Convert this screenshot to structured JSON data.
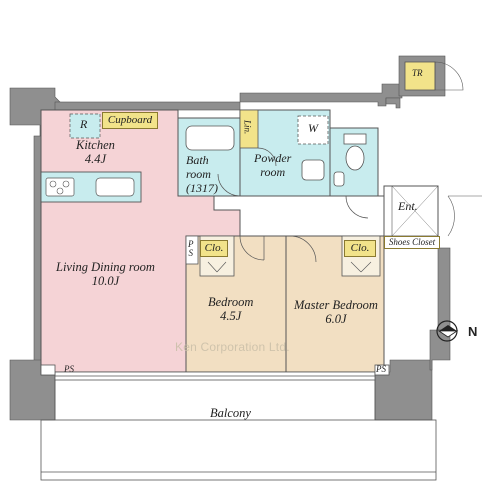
{
  "rooms": {
    "kitchen": {
      "name": "Kitchen",
      "size": "4.4J"
    },
    "living": {
      "name": "Living Dining room",
      "size": "10.0J"
    },
    "bedroom": {
      "name": "Bedroom",
      "size": "4.5J"
    },
    "master": {
      "name": "Master Bedroom",
      "size": "6.0J"
    },
    "bath": {
      "line1": "Bath",
      "line2": "room",
      "line3": "(1317)"
    },
    "powder": {
      "line1": "Powder",
      "line2": "room"
    },
    "entrance": {
      "name": "Ent."
    },
    "balcony": {
      "name": "Balcony"
    }
  },
  "tags": {
    "cupboard": "Cupboard",
    "clo1": "Clo.",
    "clo2": "Clo.",
    "shoes": "Shoes Closet",
    "lin": "Lin.",
    "tr": "TR",
    "r": "R",
    "w": "W"
  },
  "ps": {
    "ps_top": "P",
    "ps_bottom": "S",
    "ps_left": "PS",
    "ps_right": "PS"
  },
  "compass": {
    "letter": "N"
  },
  "watermark": "Ken Corporation Ltd.",
  "colors": {
    "living": "#f5d3d6",
    "bedroom": "#f2dfc2",
    "wet": "#c8ecee",
    "tag": "#f2e38a",
    "wall": "#8f8f8f"
  }
}
